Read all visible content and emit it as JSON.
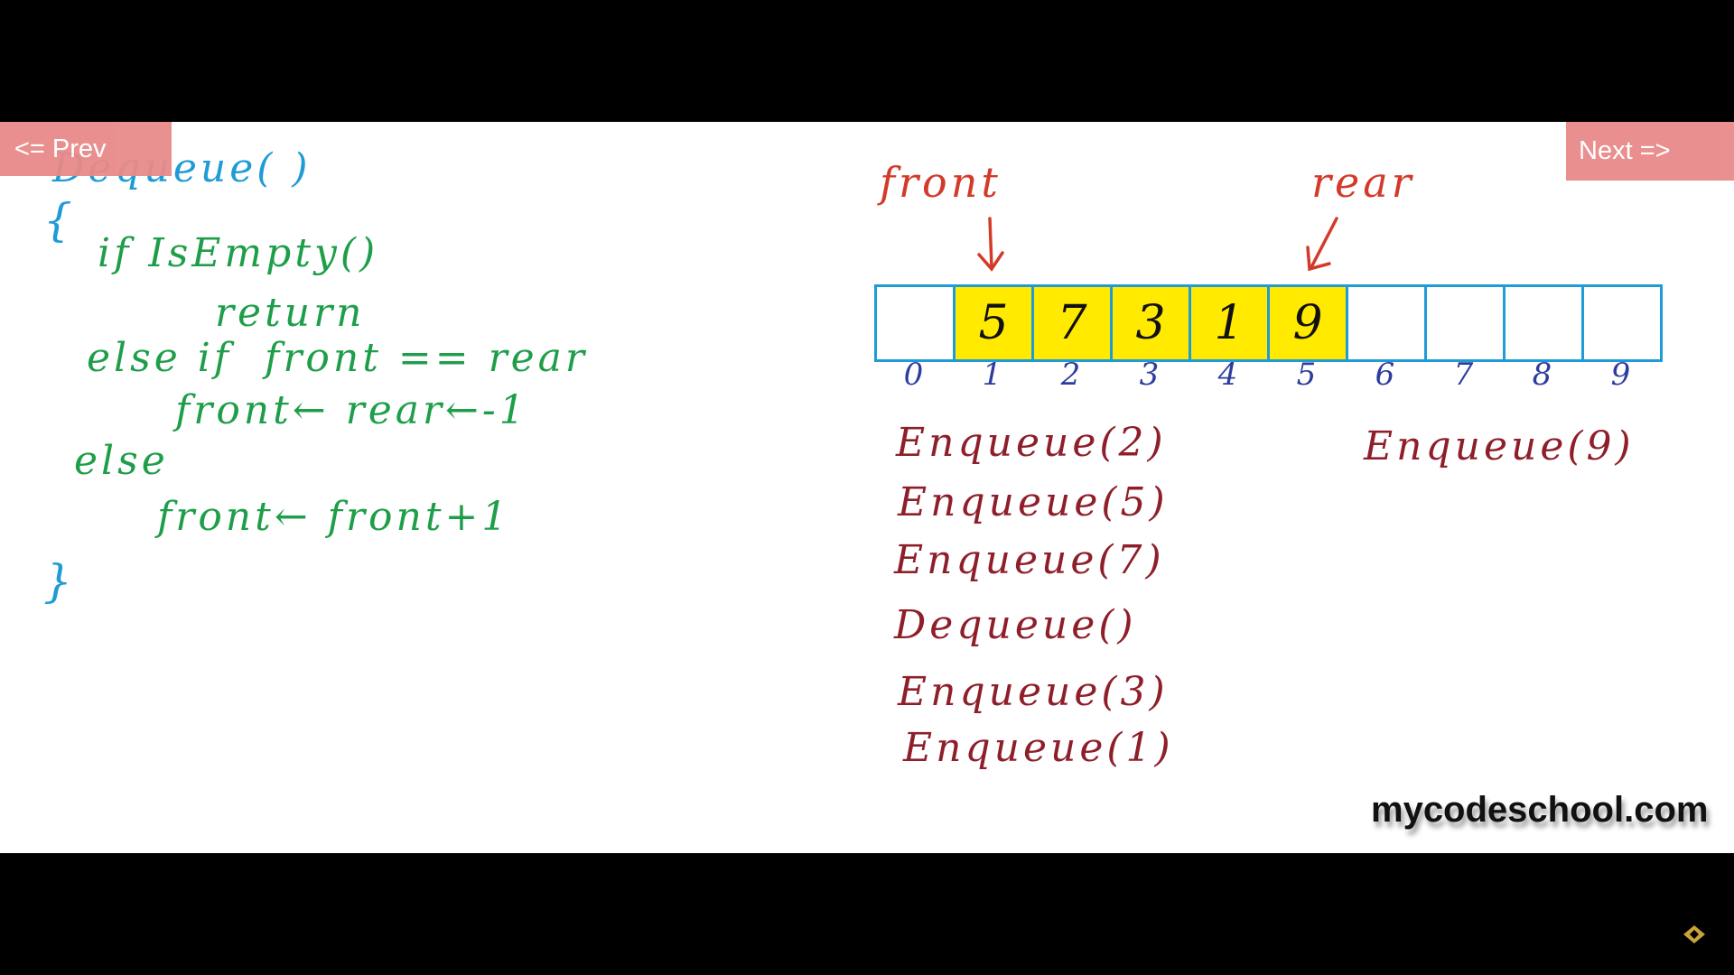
{
  "nav": {
    "prev_label": "<= Prev",
    "next_label": "Next =>"
  },
  "code": {
    "title": "Dequeue( )",
    "open_brace": "{",
    "lines": [
      "if IsEmpty()",
      "return",
      "else if  front == rear",
      "front← rear←-1",
      "else",
      "front← front+1"
    ],
    "close_brace": "}"
  },
  "queue": {
    "front_label": "front",
    "rear_label": "rear",
    "cells": [
      "",
      "5",
      "7",
      "3",
      "1",
      "9",
      "",
      "",
      "",
      ""
    ],
    "filled": [
      false,
      true,
      true,
      true,
      true,
      true,
      false,
      false,
      false,
      false
    ],
    "indices": [
      "0",
      "1",
      "2",
      "3",
      "4",
      "5",
      "6",
      "7",
      "8",
      "9"
    ],
    "colors": {
      "cell_fill": "#ffea00",
      "cell_border": "#1f9bd6"
    }
  },
  "operations": {
    "left": [
      "Enqueue(2)",
      "Enqueue(5)",
      "Enqueue(7)",
      "Dequeue()",
      "Enqueue(3)",
      "Enqueue(1)"
    ],
    "right": [
      "Enqueue(9)"
    ]
  },
  "branding": {
    "site": "mycodeschool.com"
  },
  "icons": {
    "corner": "player-logo-icon"
  }
}
